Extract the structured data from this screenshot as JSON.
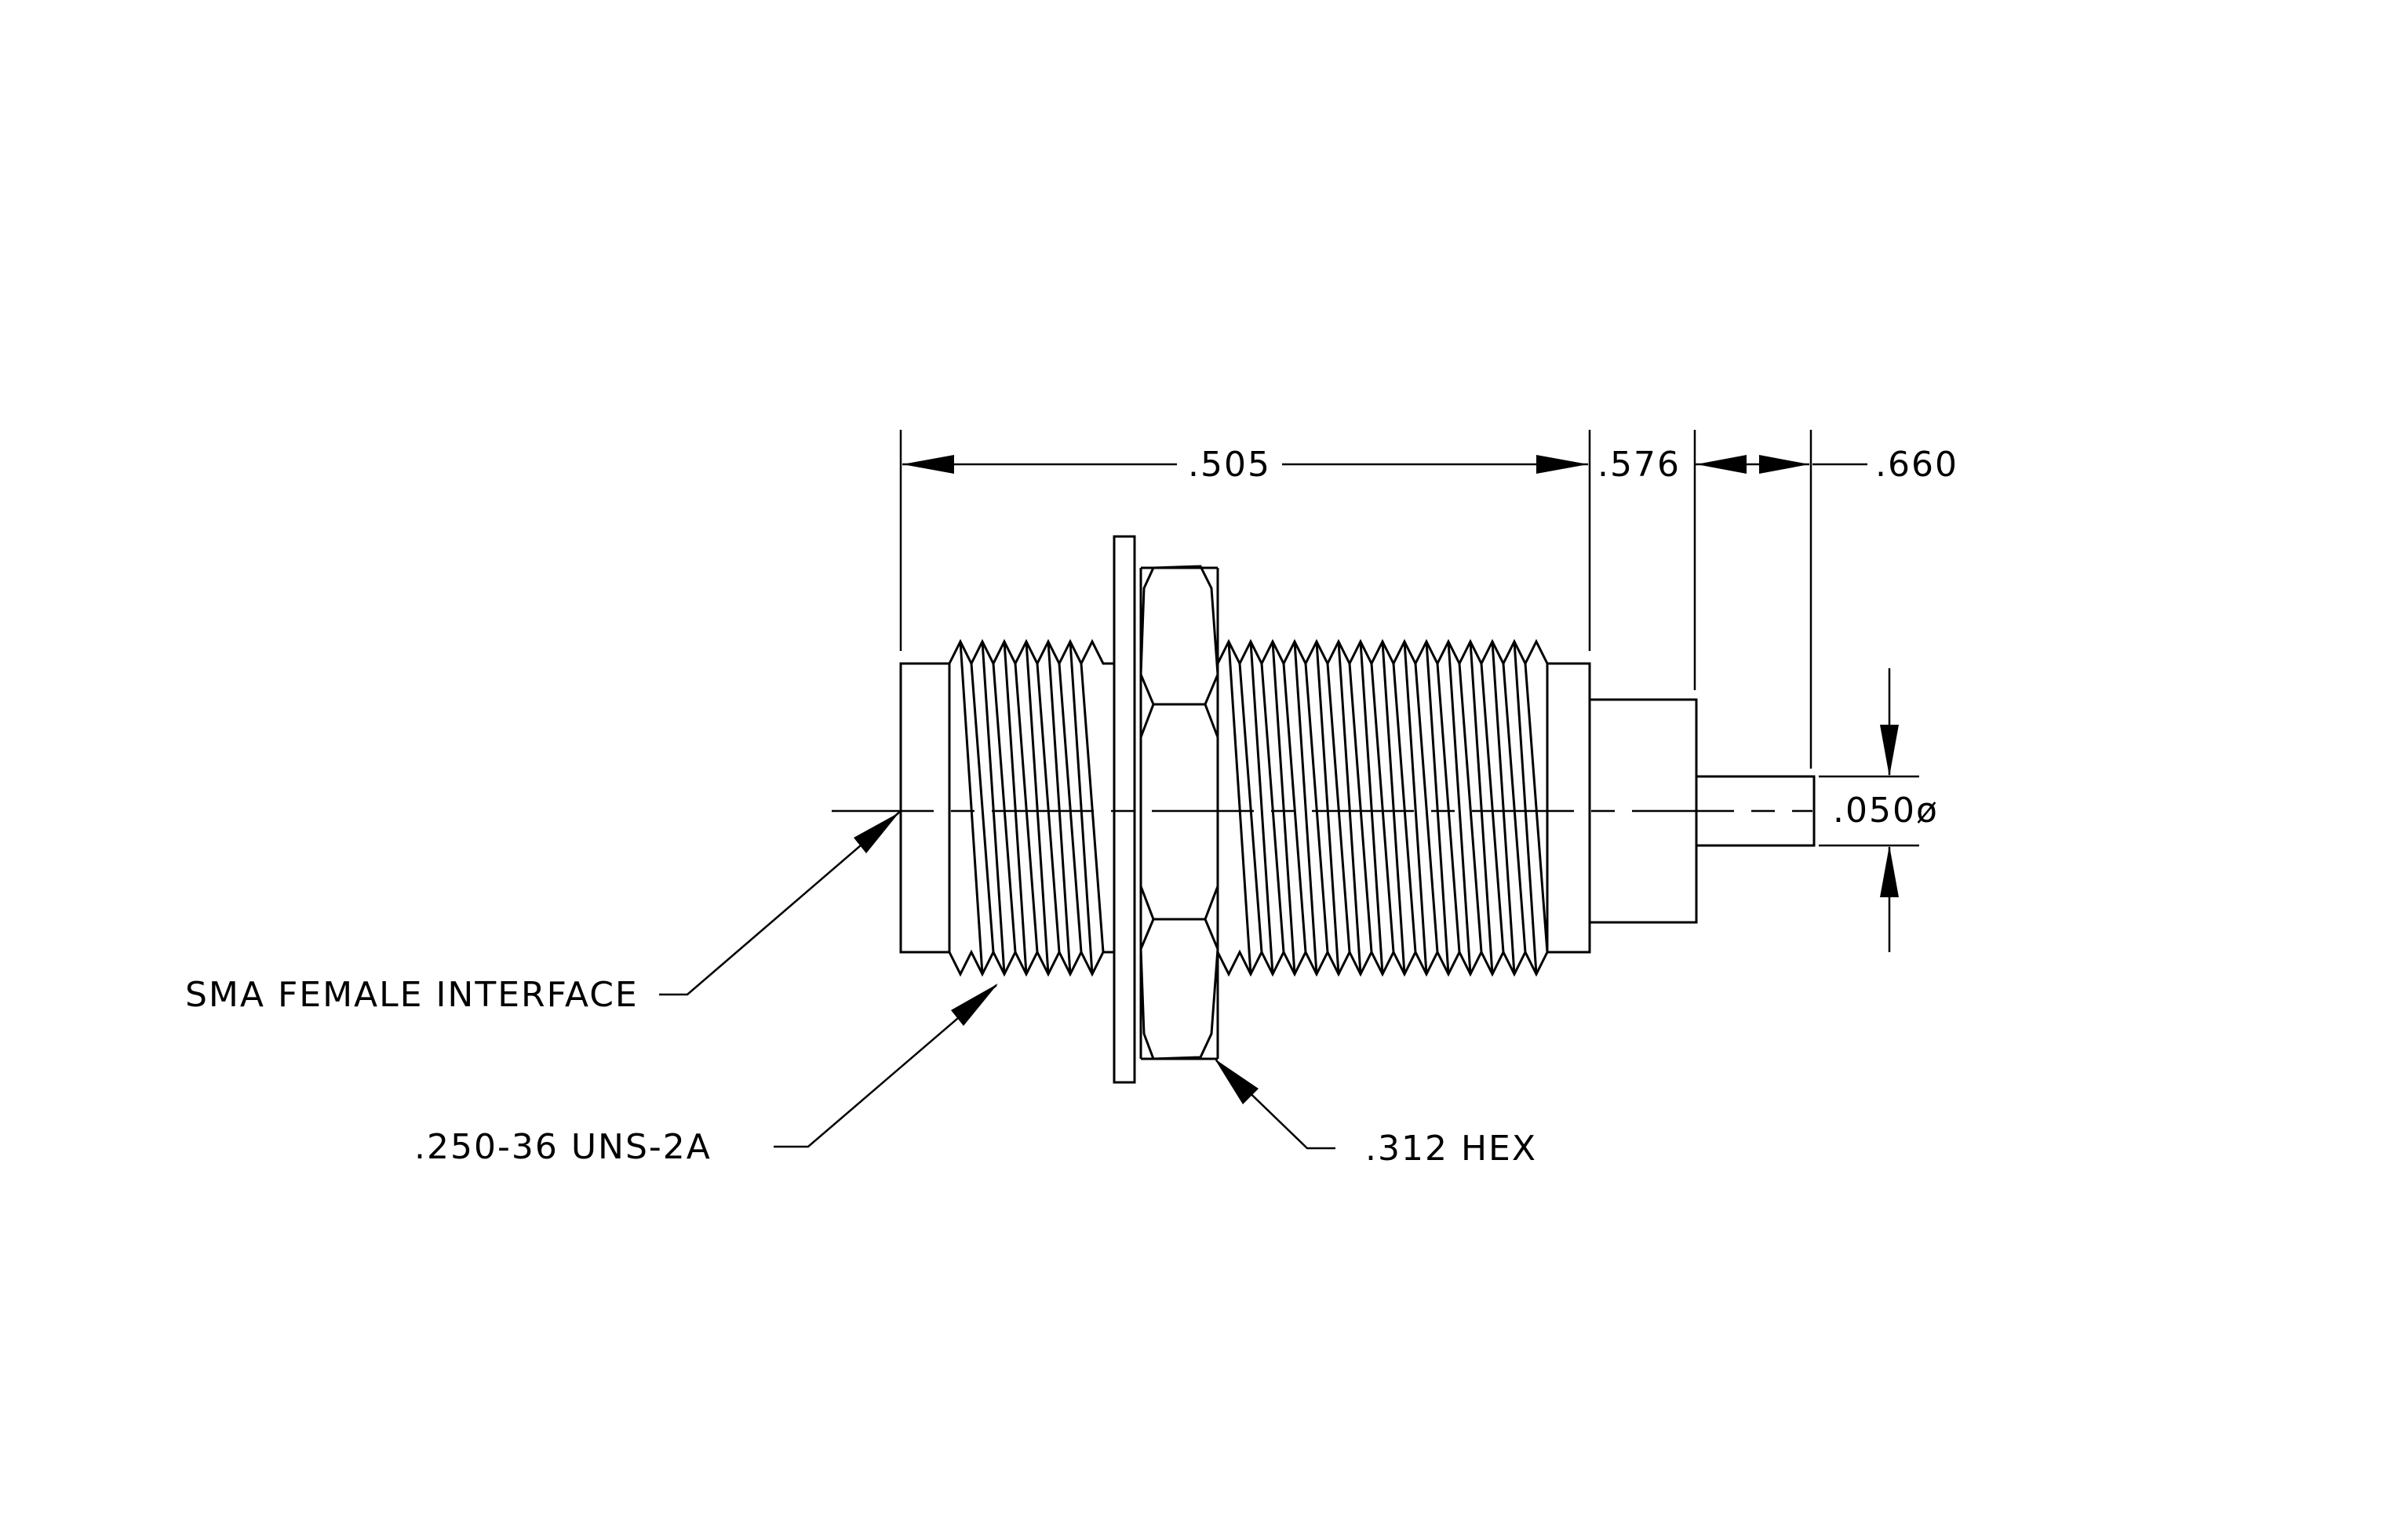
{
  "drawing": {
    "dimensions": {
      "overall_length": ".505",
      "body_length": ".576",
      "tail_length": ".660",
      "pin_diameter": ".050ø"
    },
    "callouts": {
      "interface": "SMA FEMALE INTERFACE",
      "thread": ".250-36 UNS-2A",
      "hex": ".312 HEX"
    }
  }
}
